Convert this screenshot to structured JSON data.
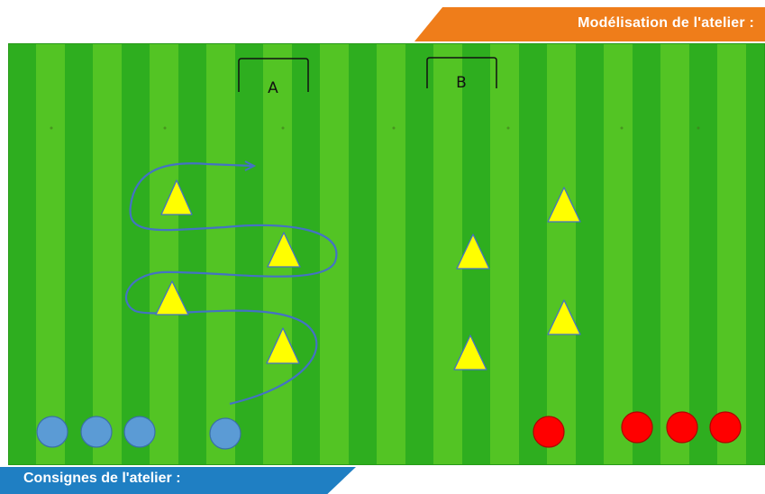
{
  "header": {
    "title": "Modélisation de l'atelier :"
  },
  "footer": {
    "title": "Consignes de l'atelier :"
  },
  "zones": [
    {
      "label": "A"
    },
    {
      "label": "B"
    }
  ],
  "colors": {
    "banner_orange": "#ef7d1a",
    "banner_blue": "#1f7fc3",
    "field_dark": "#2eae1f",
    "field_light": "#53c424",
    "cone_yellow": "#ffff00",
    "team_blue": "#5b9bd5",
    "team_red": "#ff0000",
    "path_line": "#4472c4"
  },
  "icons": {
    "cone": "yellow-triangle-cone-icon",
    "blue_player": "blue-circle-player-icon",
    "red_player": "red-circle-player-icon"
  }
}
